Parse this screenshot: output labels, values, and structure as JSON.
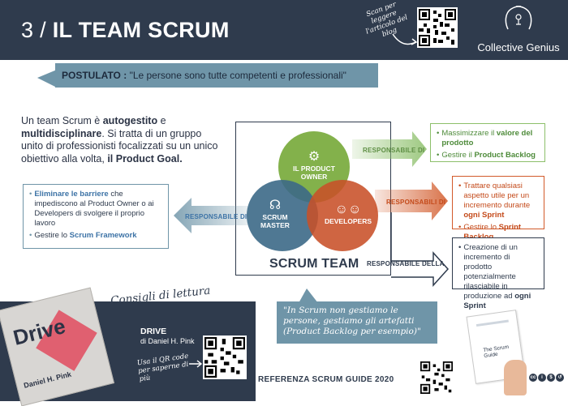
{
  "header": {
    "title_num": "3 / ",
    "title_text": "IL TEAM SCRUM",
    "scan_note": "Scan per leggere l'articolo del blog",
    "brand": "Collective Genius",
    "colors": {
      "dark": "#2f3b4d",
      "teal": "#6f95a8",
      "green": "#8cbf6a",
      "orange": "#d25a2a"
    }
  },
  "postulate": {
    "label": "POSTULATO :",
    "text": " \"Le persone sono tutte competenti e professionali\""
  },
  "intro": {
    "p1": "Un team Scrum è ",
    "b1": "autogestito",
    "p2": " e ",
    "b2": "multidisciplinare",
    "p3": ". Si tratta di un gruppo unito di professionisti focalizzati su un unico obiettivo alla volta, ",
    "b3": "il Product Goal."
  },
  "left_box": {
    "item1_bold": "Eliminare le barriere",
    "item1_text": " che impediscono al Product Owner o ai Developers di svolgere il proprio lavoro",
    "item2_text": "Gestire lo ",
    "item2_bold": "Scrum Framework"
  },
  "green_box": {
    "item1_text": "Massimizzare il ",
    "item1_bold": "valore del prodotto",
    "item2_text": "Gestire il ",
    "item2_bold": "Product Backlog"
  },
  "orange_box": {
    "item1_text": "Trattare qualsiasi aspetto utile per un incremento durante ",
    "item1_bold": "ogni Sprint",
    "item2_text": "Gestire lo ",
    "item2_bold": "Sprint Backlog"
  },
  "dark_box": {
    "text": "Creazione di un incremento di prodotto potenzialmente rilasciabile in produzione ad ",
    "bold": "ogni Sprint"
  },
  "diagram": {
    "po_label_1": "IL PRODUCT",
    "po_label_2": "OWNER",
    "sm_label_1": "SCRUM",
    "sm_label_2": "MASTER",
    "dev_label": "DEVELOPERS",
    "team_label": "SCRUM TEAM",
    "resp_po": "RESPONSABILE DI",
    "resp_sm": "RESPONSABILE DI",
    "resp_dev": "RESPONSABILI DI",
    "resp_team": "RESPONSABILE DELLA",
    "icons": [
      "brain-gear-icon",
      "brain-icon",
      "people-group-icon"
    ]
  },
  "quote": {
    "text": "\"In Scrum non gestiamo le persone, gestiamo gli artefatti (Product Backlog per esempio)\""
  },
  "reading": {
    "consigli": "Consigli di lettura",
    "book_cover_title": "Drive",
    "book_cover_author": "Daniel H. Pink",
    "title": "DRIVE",
    "author": "di Daniel H. Pink",
    "qr_note": "Usa il QR code per saperne di più"
  },
  "footer": {
    "reference": "REFERENZA SCRUM GUIDE 2020",
    "guide_title": "The Scrum Guide",
    "license_icons": [
      "cc",
      "by",
      "nc",
      "sa"
    ]
  }
}
